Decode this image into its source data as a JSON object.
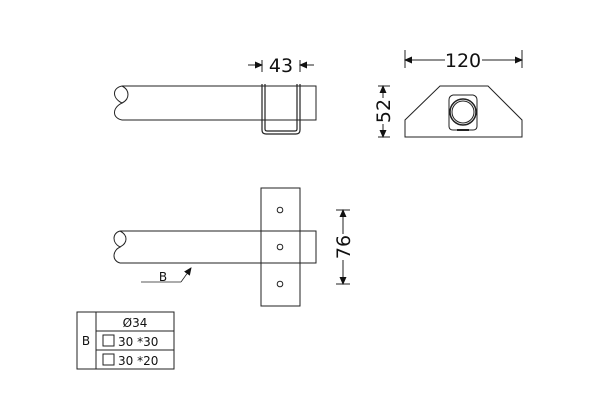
{
  "dimensions": {
    "clamp_width": "43",
    "housing_width": "120",
    "housing_height": "52",
    "plate_hole_span": "76"
  },
  "leader_label": "B",
  "table": {
    "row_header": "B",
    "rows": [
      {
        "symbol": "",
        "text": "Ø34"
      },
      {
        "symbol": "square",
        "text": "30 *30"
      },
      {
        "symbol": "square",
        "text": "30 *20"
      }
    ]
  }
}
